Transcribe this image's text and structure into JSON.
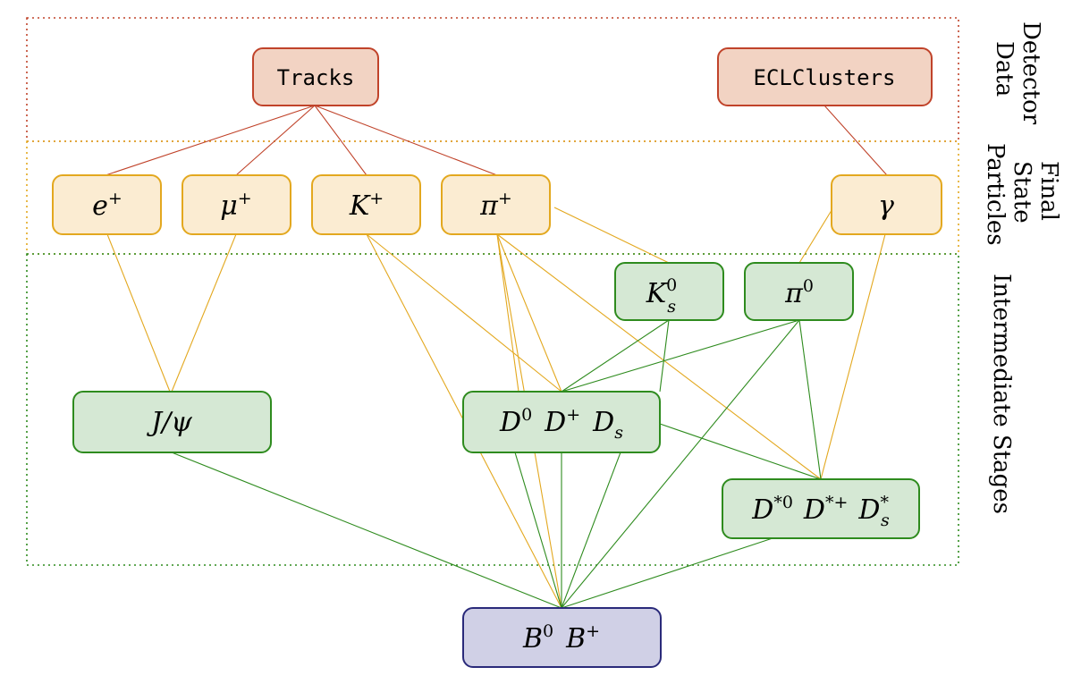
{
  "layers": {
    "detector": {
      "label_line1": "Detector",
      "label_line2": "Data"
    },
    "fsp": {
      "label_line1": "Final",
      "label_line2": "State",
      "label_line3": "Particles"
    },
    "intermediate": {
      "label": "Intermediate Stages"
    }
  },
  "nodes": {
    "tracks": "Tracks",
    "ecl": "ECLClusters",
    "eplus": {
      "base": "e",
      "sup": "+"
    },
    "muplus": {
      "base": "μ",
      "sup": "+"
    },
    "kplus": {
      "base": "K",
      "sup": "+"
    },
    "piplus": {
      "base": "π",
      "sup": "+"
    },
    "gamma": {
      "base": "γ"
    },
    "ks": {
      "base": "K",
      "sup": "0",
      "sub": "s"
    },
    "pi0": {
      "base": "π",
      "sup": "0"
    },
    "jpsi": {
      "text": "J/ψ"
    },
    "dmesons": {
      "d0": "D",
      "d0_sup": "0",
      "dp": "D",
      "dp_sup": "+",
      "ds": "D",
      "ds_sub": "s"
    },
    "dstar": {
      "a": "D",
      "a_sup": "*0",
      "b": "D",
      "b_sup": "*+",
      "c": "D",
      "c_sup": "*",
      "c_sub": "s"
    },
    "bmesons": {
      "a": "B",
      "a_sup": "0",
      "b": "B",
      "b_sup": "+"
    }
  },
  "colors": {
    "detector_fill": "#f2d3c3",
    "detector_stroke": "#c0432a",
    "fsp_fill": "#fbecd2",
    "fsp_stroke": "#e3a81f",
    "inter_fill": "#d5e8d4",
    "inter_stroke": "#2e8b1e",
    "b_fill": "#d0d0e6",
    "b_stroke": "#2a2a7a"
  }
}
